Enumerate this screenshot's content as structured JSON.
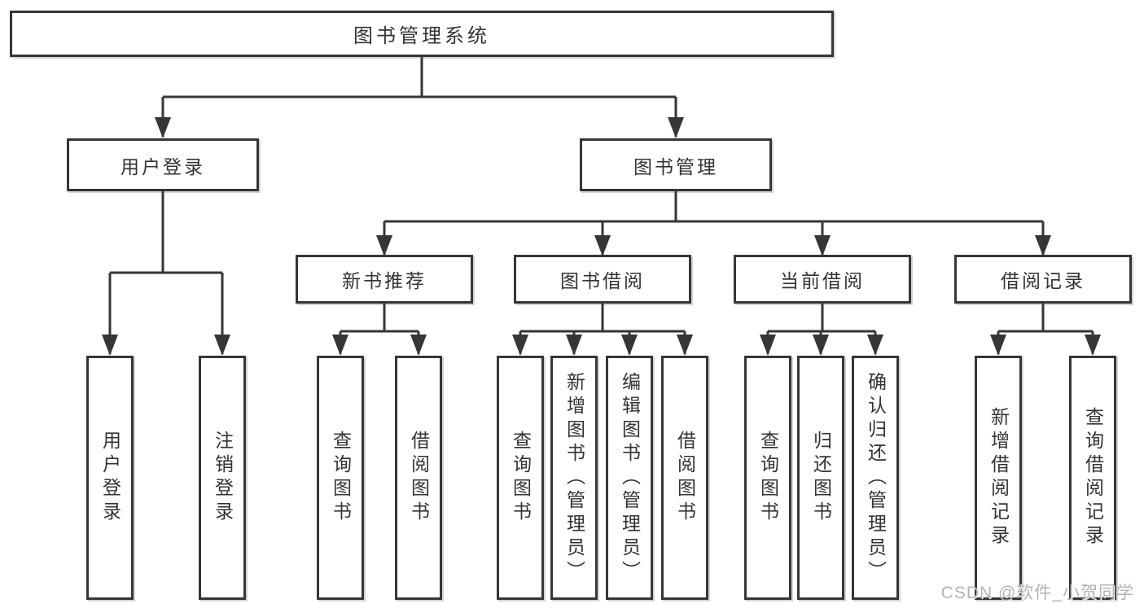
{
  "diagram": {
    "root": {
      "label": "图书管理系统"
    },
    "branches": [
      {
        "label": "用户登录",
        "children": [
          "用户登录",
          "注销登录"
        ]
      },
      {
        "label": "图书管理",
        "children": [
          {
            "label": "新书推荐",
            "children": [
              "查询图书",
              "借阅图书"
            ]
          },
          {
            "label": "图书借阅",
            "children": [
              "查询图书",
              "新增图书（管理员）",
              "编辑图书（管理员）",
              "借阅图书"
            ]
          },
          {
            "label": "当前借阅",
            "children": [
              "查询图书",
              "归还图书",
              "确认归还（管理员）"
            ]
          },
          {
            "label": "借阅记录",
            "children": [
              "新增借阅记录",
              "查询借阅记录"
            ]
          }
        ]
      }
    ]
  },
  "watermark": {
    "text": "CSDN @软件_小贺同学"
  },
  "colors": {
    "line": "#363636",
    "box_border": "#363636",
    "text": "#333333",
    "watermark": "#b3b3b3",
    "background": "#ffffff"
  }
}
